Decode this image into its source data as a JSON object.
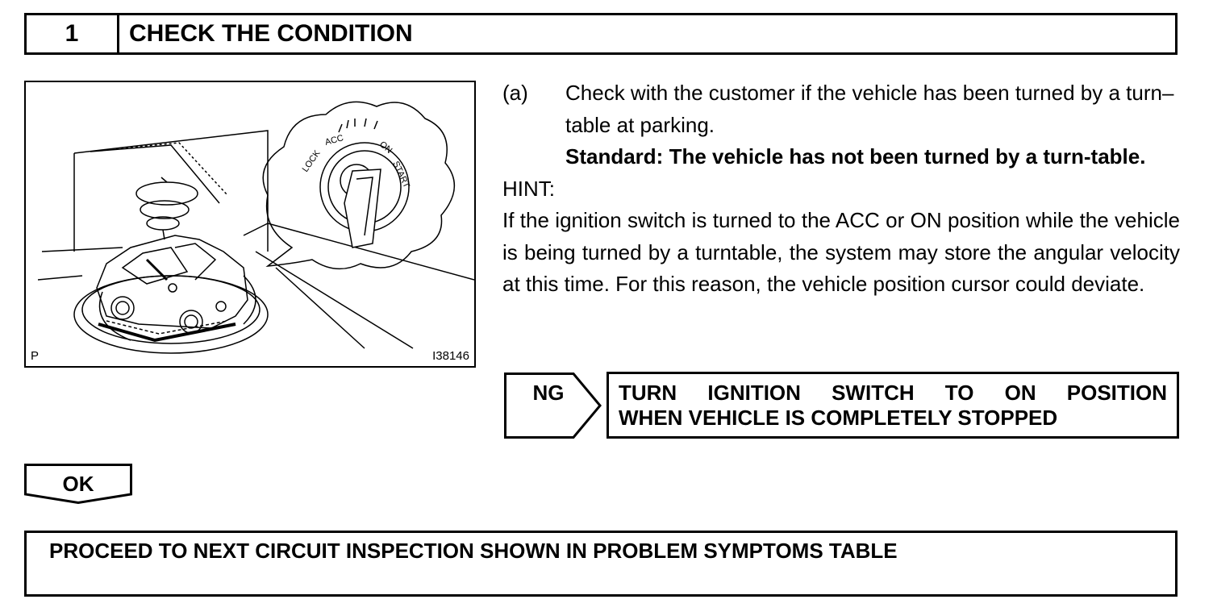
{
  "step": {
    "number": "1",
    "title": "CHECK THE CONDITION"
  },
  "figure": {
    "corner_label": "P",
    "code": "I38146",
    "switch_labels": [
      "LOCK",
      "ACC",
      "ON",
      "START"
    ]
  },
  "instructions": {
    "item_marker": "(a)",
    "item_text": "Check with the customer if the vehicle has been turned by a turn–table at parking.",
    "standard_text": "Standard: The vehicle has not been turned by a turn-table.",
    "hint_label": "HINT:",
    "hint_text": "If the ignition switch is turned to the ACC or ON position while the vehicle is being turned by a turntable, the system may store the angular velocity at this time. For this reason, the vehicle position cursor could deviate."
  },
  "ng": {
    "label": "NG",
    "action_words": [
      "TURN",
      "IGNITION",
      "SWITCH",
      "TO",
      "ON",
      "POSITION"
    ],
    "action_line2": "WHEN VEHICLE IS COMPLETELY STOPPED"
  },
  "ok": {
    "label": "OK"
  },
  "proceed": {
    "text": "PROCEED TO NEXT CIRCUIT INSPECTION SHOWN IN PROBLEM SYMPTOMS TABLE"
  }
}
